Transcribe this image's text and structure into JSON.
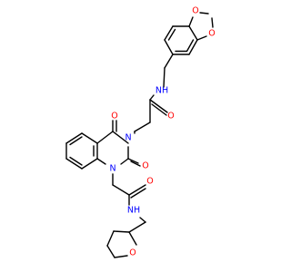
{
  "colors": {
    "background": "#ffffff",
    "bond": "#000000",
    "oxygen": "#ff0000",
    "nitrogen": "#0000ff"
  },
  "atom_labels": {
    "benzodioxole_o_top": "O",
    "benzodioxole_o_right": "O",
    "amide_nh_top": "NH",
    "amide_o_right": "O",
    "ring_o_upper": "O",
    "ring_n3": "N",
    "ring_o_lower": "O",
    "ring_n1": "N",
    "amide_o_lower": "O",
    "amide_nh_lower": "NH",
    "thf_o": "O"
  }
}
